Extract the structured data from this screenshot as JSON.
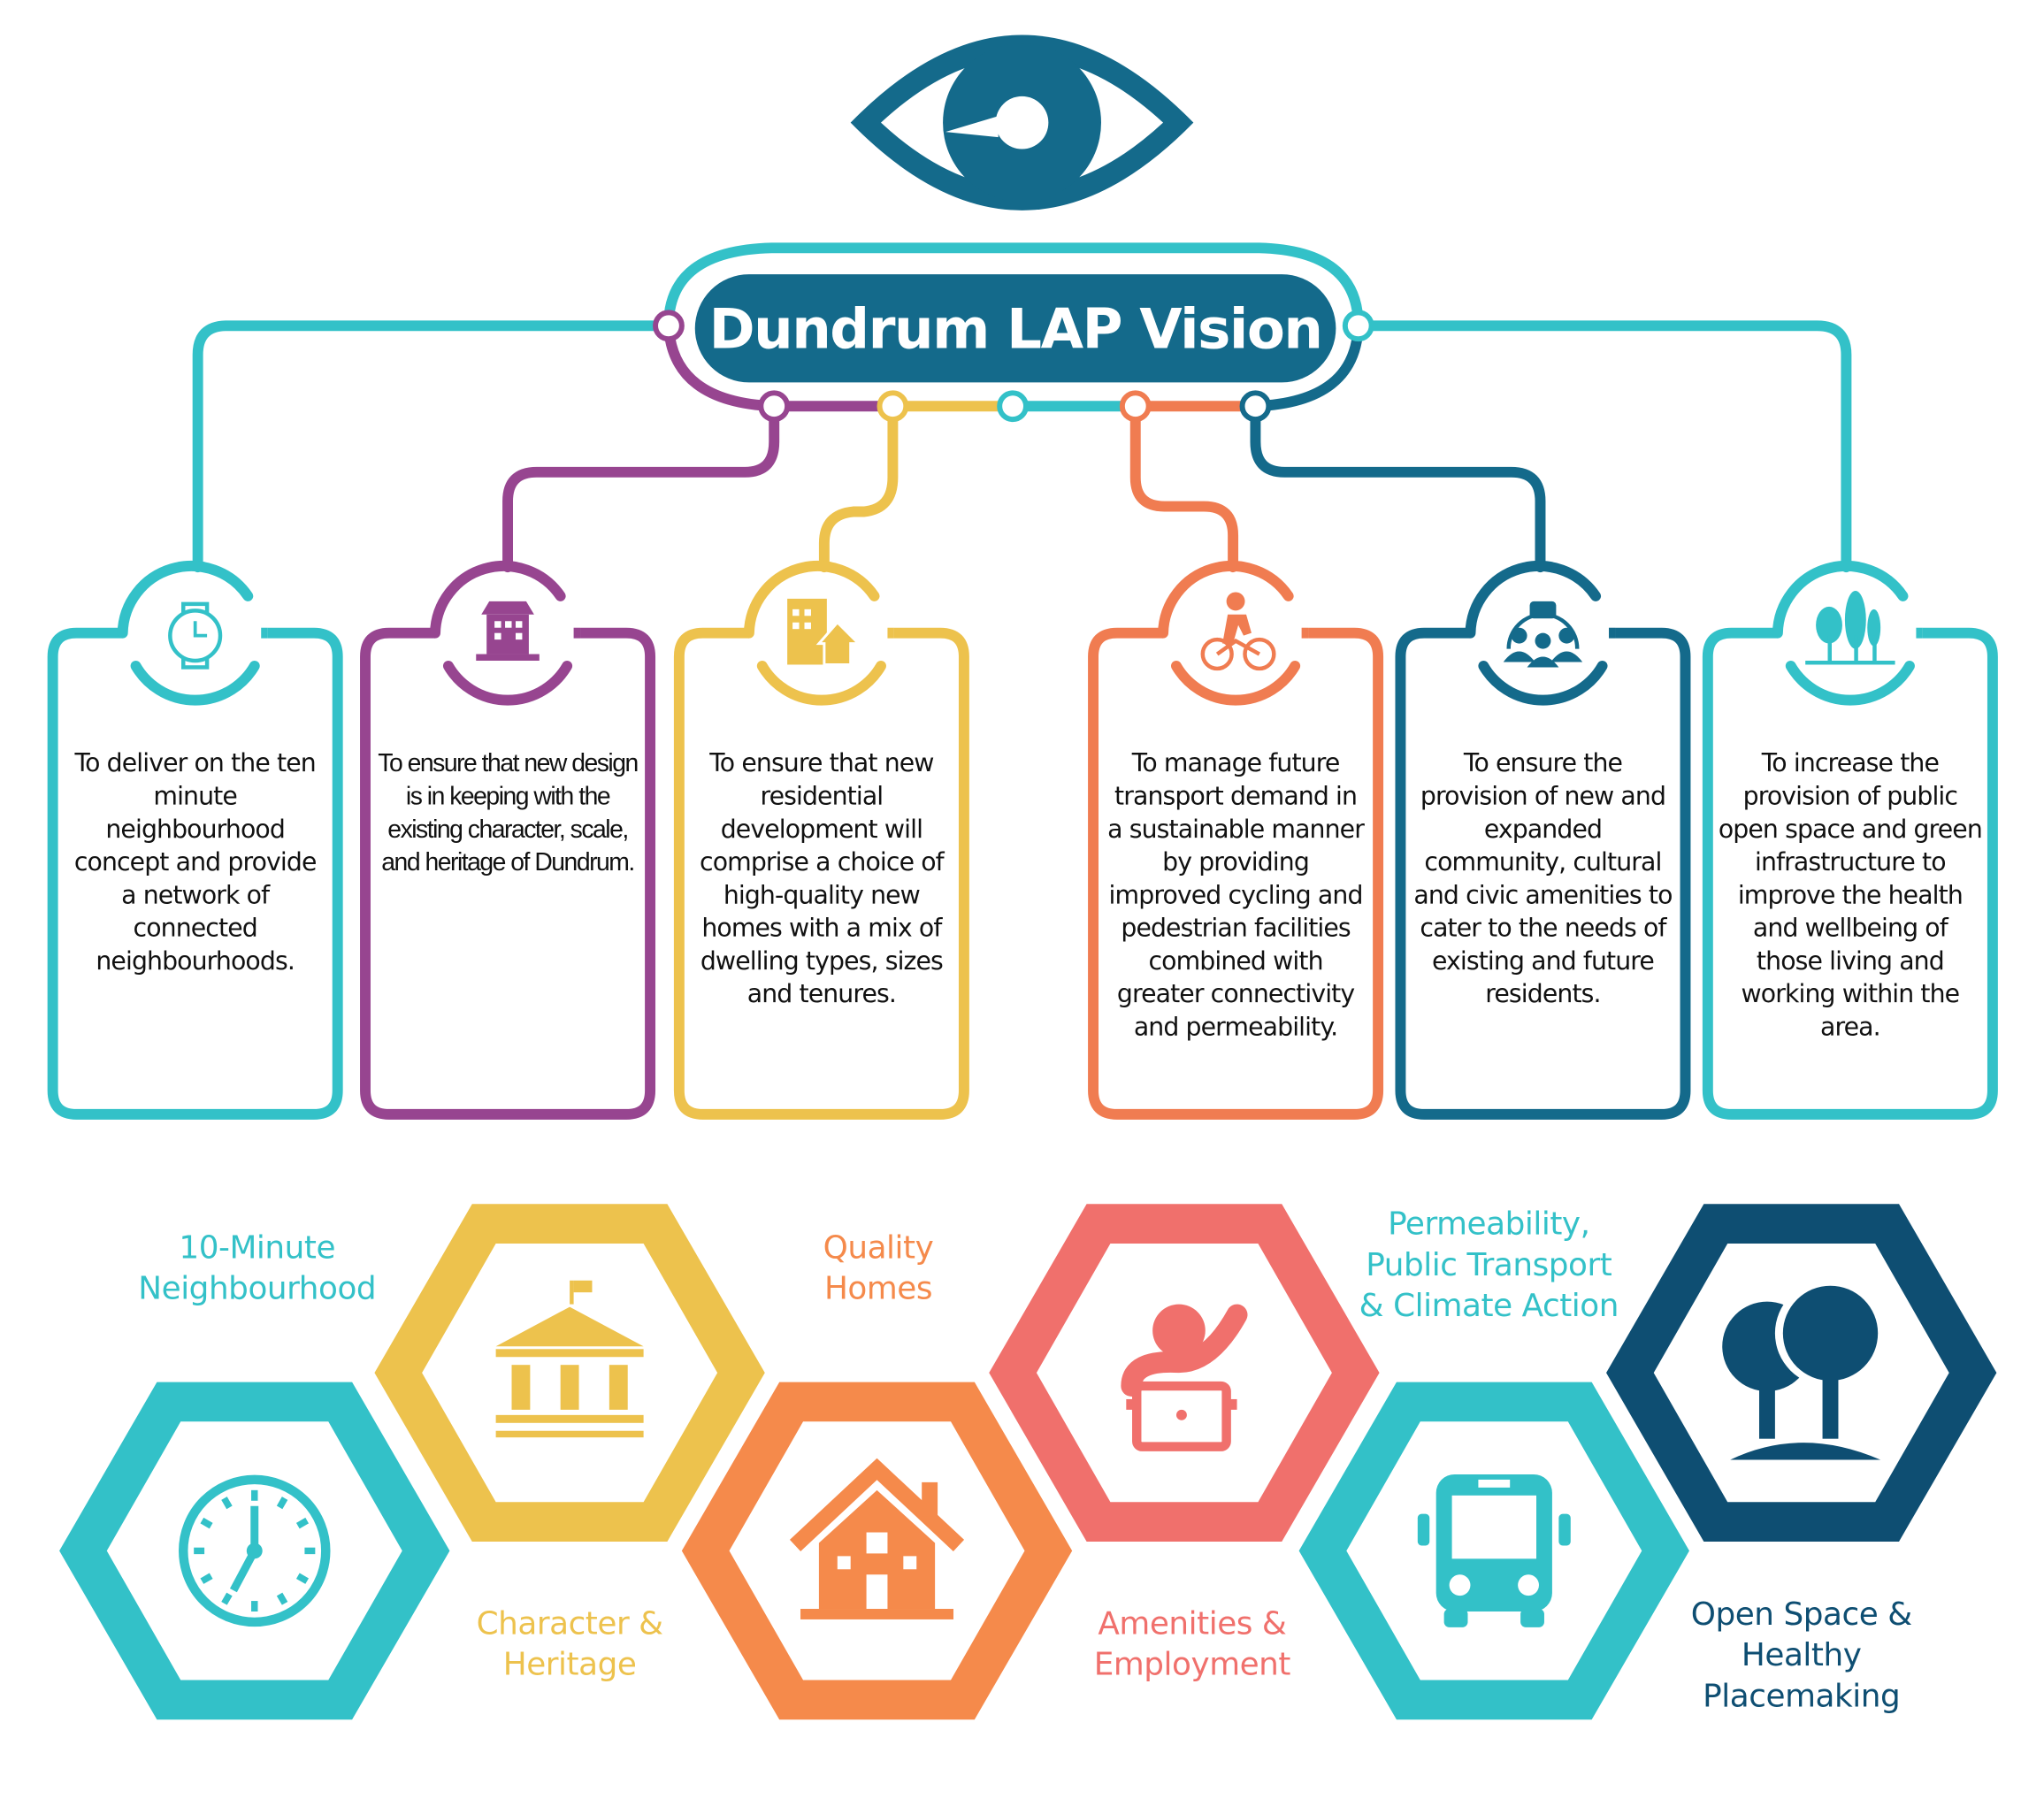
{
  "title": "Dundrum LAP Vision",
  "colors": {
    "cyan": "#33c1c8",
    "purple": "#974590",
    "yellow": "#edc24d",
    "orange": "#f07c51",
    "blue": "#146a8b",
    "title_bg": "#146a8b",
    "hex_orange": "#f58a4b",
    "hex_red": "#f0706c",
    "hex_navy": "#0e4e72"
  },
  "cards": [
    {
      "icon": "watch-icon",
      "text": "To deliver on the ten minute neighbourhood concept and provide a network of connected neighbourhoods."
    },
    {
      "icon": "building-icon",
      "text": "To ensure that new design is in keeping with the existing character, scale, and heritage of Dundrum."
    },
    {
      "icon": "residential-icon",
      "text": "To ensure that new residential development will comprise a choice of high-quality new homes with a mix of dwelling types, sizes and tenures."
    },
    {
      "icon": "cyclist-icon",
      "text": "To manage future transport demand in a sustainable manner by providing improved cycling and pedestrian facilities combined with greater connectivity and permeability."
    },
    {
      "icon": "community-icon",
      "text": "To ensure the provision of new and expanded community, cultural and civic amenities to cater to the needs of existing and future residents."
    },
    {
      "icon": "trees-icon",
      "text": "To increase the provision of public open space and green infrastructure to improve the health and wellbeing of those living and working within the area."
    }
  ],
  "themes": [
    {
      "label": "10-Minute Neighbourhood",
      "icon": "clock-icon"
    },
    {
      "label": "Character & Heritage",
      "icon": "heritage-building-icon"
    },
    {
      "label": "Quality Homes",
      "icon": "house-icon"
    },
    {
      "label": "Amenities & Employment",
      "icon": "person-laptop-icon"
    },
    {
      "label": "Permeability, Public Transport & Climate Action",
      "icon": "bus-icon"
    },
    {
      "label": "Open Space & Healthy Placemaking",
      "icon": "tree-icon"
    }
  ]
}
